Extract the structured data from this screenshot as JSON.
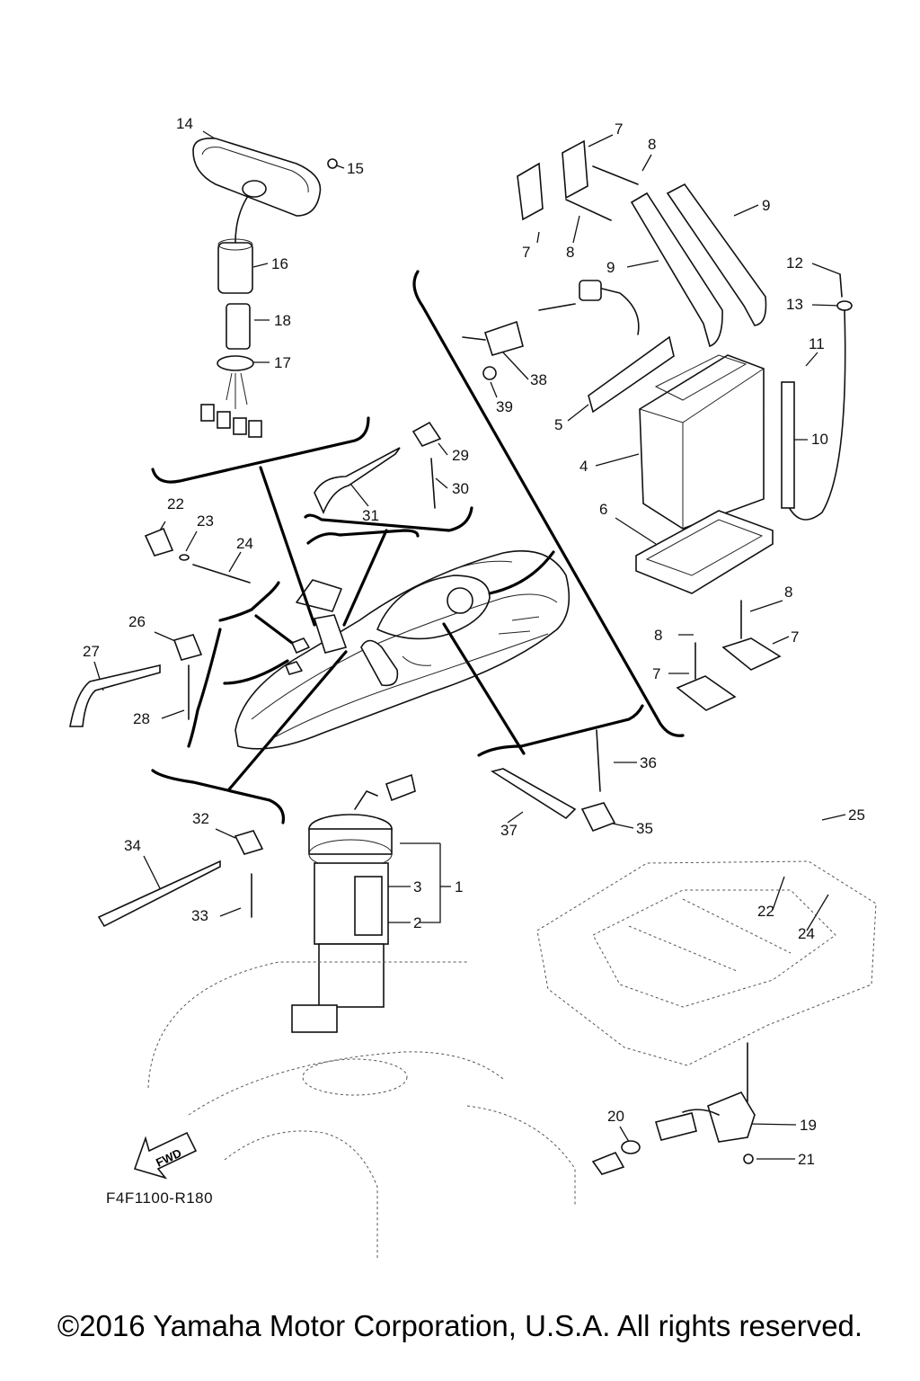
{
  "diagram_code": "F4F1100-R180",
  "copyright": "©2016 Yamaha Motor Corporation, U.S.A. All rights reserved.",
  "fwd_label": "FWD",
  "callouts": [
    {
      "id": "c14",
      "text": "14"
    },
    {
      "id": "c15",
      "text": "15"
    },
    {
      "id": "c16",
      "text": "16"
    },
    {
      "id": "c18",
      "text": "18"
    },
    {
      "id": "c17",
      "text": "17"
    },
    {
      "id": "c7a",
      "text": "7"
    },
    {
      "id": "c8a",
      "text": "8"
    },
    {
      "id": "c7b",
      "text": "7"
    },
    {
      "id": "c8b",
      "text": "8"
    },
    {
      "id": "c9a",
      "text": "9"
    },
    {
      "id": "c9b",
      "text": "9"
    },
    {
      "id": "c12",
      "text": "12"
    },
    {
      "id": "c13",
      "text": "13"
    },
    {
      "id": "c11",
      "text": "11"
    },
    {
      "id": "c10",
      "text": "10"
    },
    {
      "id": "c38",
      "text": "38"
    },
    {
      "id": "c39",
      "text": "39"
    },
    {
      "id": "c5",
      "text": "5"
    },
    {
      "id": "c4",
      "text": "4"
    },
    {
      "id": "c6",
      "text": "6"
    },
    {
      "id": "c29",
      "text": "29"
    },
    {
      "id": "c30",
      "text": "30"
    },
    {
      "id": "c31",
      "text": "31"
    },
    {
      "id": "c22a",
      "text": "22"
    },
    {
      "id": "c23",
      "text": "23"
    },
    {
      "id": "c24a",
      "text": "24"
    },
    {
      "id": "c26",
      "text": "26"
    },
    {
      "id": "c27",
      "text": "27"
    },
    {
      "id": "c28",
      "text": "28"
    },
    {
      "id": "c8c",
      "text": "8"
    },
    {
      "id": "c8d",
      "text": "8"
    },
    {
      "id": "c7c",
      "text": "7"
    },
    {
      "id": "c7d",
      "text": "7"
    },
    {
      "id": "c36",
      "text": "36"
    },
    {
      "id": "c37",
      "text": "37"
    },
    {
      "id": "c35",
      "text": "35"
    },
    {
      "id": "c25",
      "text": "25"
    },
    {
      "id": "c32",
      "text": "32"
    },
    {
      "id": "c34",
      "text": "34"
    },
    {
      "id": "c33",
      "text": "33"
    },
    {
      "id": "c3",
      "text": "3"
    },
    {
      "id": "c1",
      "text": "1"
    },
    {
      "id": "c2",
      "text": "2"
    },
    {
      "id": "c22b",
      "text": "22"
    },
    {
      "id": "c24b",
      "text": "24"
    },
    {
      "id": "c20",
      "text": "20"
    },
    {
      "id": "c19",
      "text": "19"
    },
    {
      "id": "c21",
      "text": "21"
    }
  ]
}
